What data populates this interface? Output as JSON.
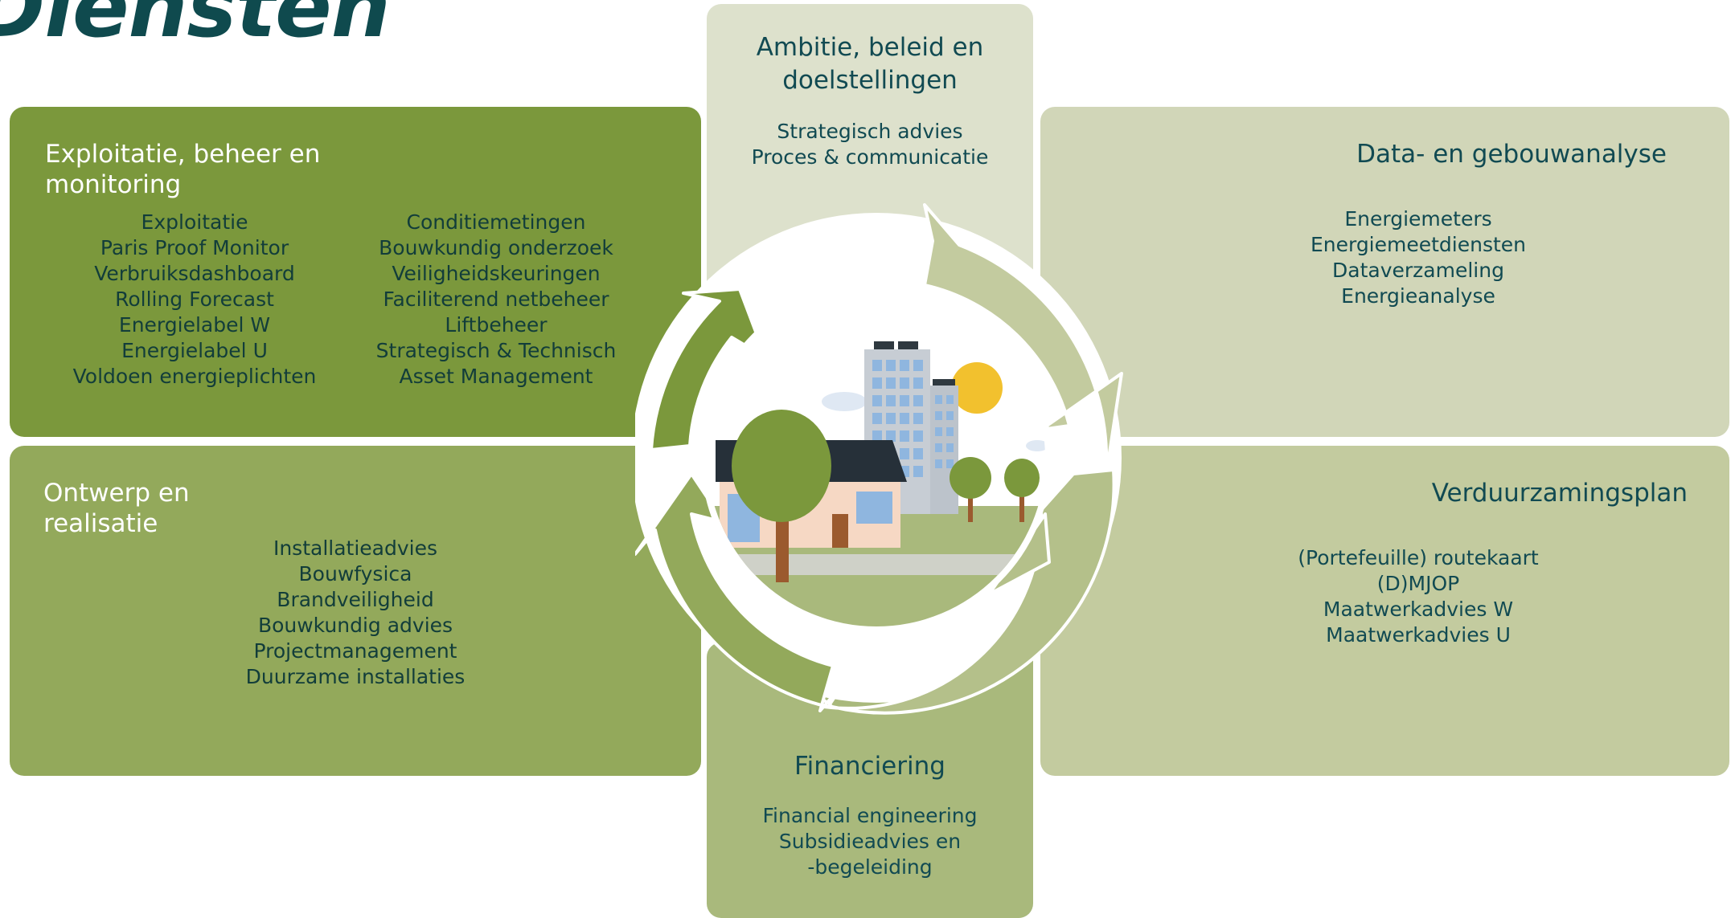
{
  "title": "Diensten",
  "panels": {
    "exploitatie": {
      "heading": "Exploitatie, beheer en monitoring",
      "col1": [
        "Exploitatie",
        "Paris Proof Monitor",
        "Verbruiksdashboard",
        "Rolling Forecast",
        "Energielabel W",
        "Energielabel U",
        "Voldoen energieplichten"
      ],
      "col2": [
        "Conditiemetingen",
        "Bouwkundig onderzoek",
        "Veiligheidskeuringen",
        "Faciliterend netbeheer",
        "Liftbeheer",
        "Strategisch & Technisch",
        "Asset Management"
      ]
    },
    "ontwerp": {
      "heading": "Ontwerp en realisatie",
      "items": [
        "Installatieadvies",
        "Bouwfysica",
        "Brandveiligheid",
        "Bouwkundig advies",
        "Projectmanagement",
        "Duurzame installaties"
      ]
    },
    "ambitie": {
      "heading": "Ambitie, beleid en doelstellingen",
      "items": [
        "Strategisch advies",
        "Proces & communicatie"
      ]
    },
    "data": {
      "heading": "Data- en gebouwanalyse",
      "items": [
        "Energiemeters",
        "Energiemeetdiensten",
        "Dataverzameling",
        "Energieanalyse"
      ]
    },
    "verduurzaming": {
      "heading": "Verduurzamingsplan",
      "items": [
        "(Portefeuille) routekaart",
        "(D)MJOP",
        "Maatwerkadvies W",
        "Maatwerkadvies U"
      ]
    },
    "financiering": {
      "heading": "Financiering",
      "items": [
        "Financial engineering",
        "Subsidieadvies en",
        "-begeleiding"
      ]
    }
  },
  "colors": {
    "panel_dark_green": "#7b983c",
    "panel_mid_green": "#93a95b",
    "panel_light_top": "#dde1cc",
    "panel_light_right_top": "#d1d6b8",
    "panel_light_right_bottom": "#c3cb9f",
    "panel_bottom": "#a9b97c",
    "text_teal": "#0f4a4e"
  }
}
